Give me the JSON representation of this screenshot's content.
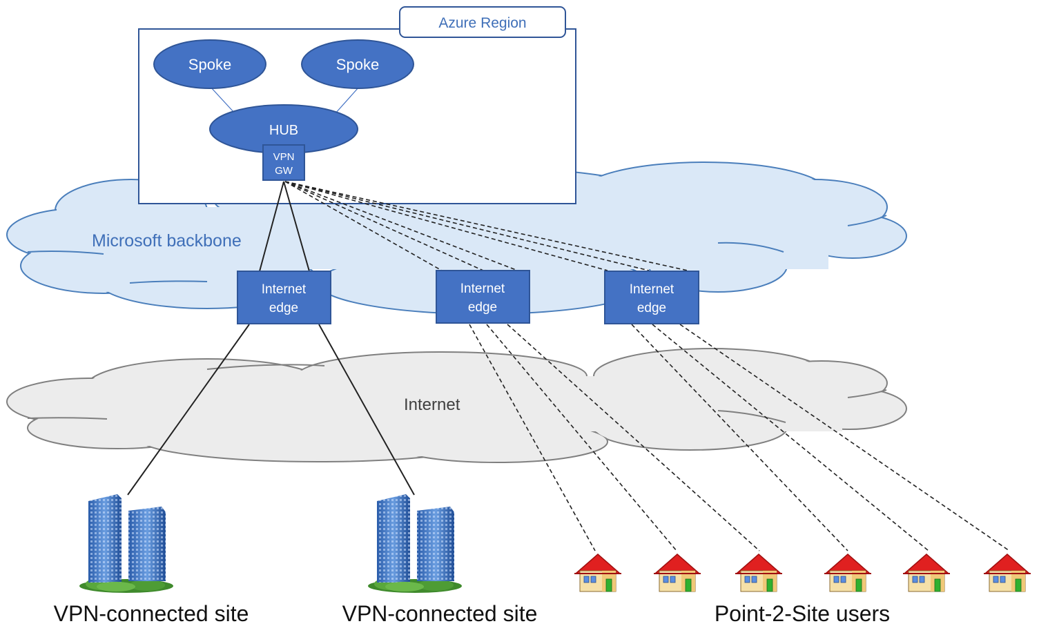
{
  "region": {
    "label": "Azure Region"
  },
  "spokes": [
    {
      "label": "Spoke"
    },
    {
      "label": "Spoke"
    }
  ],
  "hub": {
    "label": "HUB"
  },
  "vpn_gw": {
    "line1": "VPN",
    "line2": "GW"
  },
  "backbone": {
    "label": "Microsoft backbone"
  },
  "internet": {
    "label": "Internet"
  },
  "edges": [
    {
      "line1": "Internet",
      "line2": "edge"
    },
    {
      "line1": "Internet",
      "line2": "edge"
    },
    {
      "line1": "Internet",
      "line2": "edge"
    }
  ],
  "sites": [
    {
      "label": "VPN-connected site"
    },
    {
      "label": "VPN-connected site"
    }
  ],
  "p2s": {
    "label": "Point-2-Site users"
  },
  "colors": {
    "node_fill": "#4472c4",
    "node_stroke": "#2f5597",
    "backbone_fill": "#dae8f7",
    "backbone_stroke": "#4a7ebb",
    "backbone_text": "#3f6fb8",
    "internet_fill": "#ececec",
    "internet_stroke": "#7f7f7f",
    "region_stroke": "#2f5597",
    "line": "#222222"
  },
  "icons": {
    "site": "office-buildings-icon",
    "user": "house-icon"
  }
}
